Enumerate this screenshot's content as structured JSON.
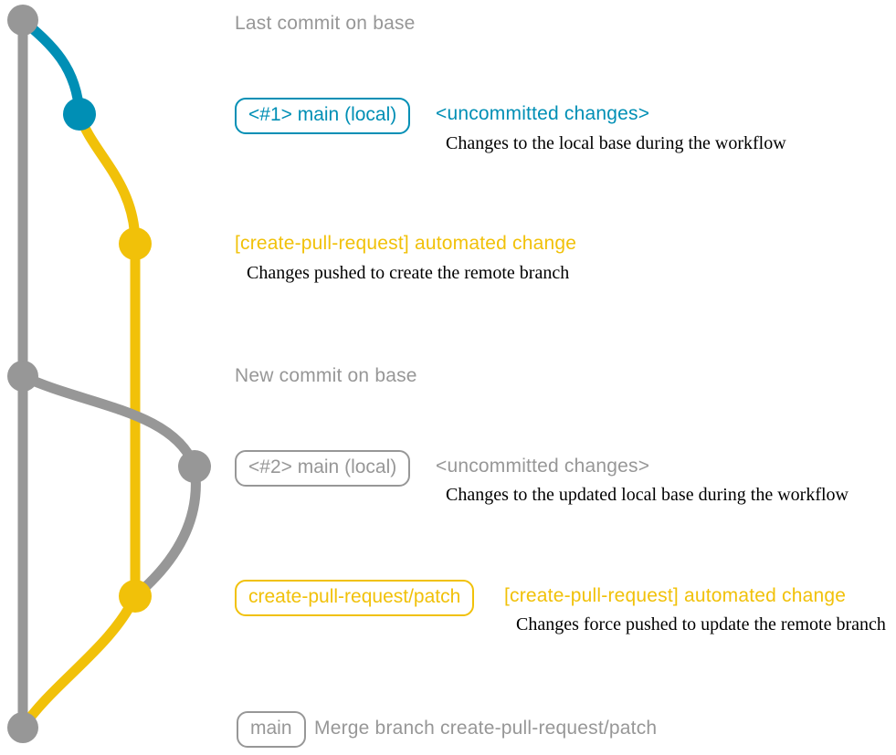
{
  "colors": {
    "gray": "#979797",
    "blue": "#008fb5",
    "yellow": "#f1c109",
    "annotation": "#000000",
    "background": "#ffffff"
  },
  "diagram": {
    "type": "git-graph",
    "branches": [
      {
        "name": "base",
        "color_key": "gray"
      },
      {
        "name": "main (local)",
        "color_key": "blue"
      },
      {
        "name": "create-pull-request/patch",
        "color_key": "yellow"
      }
    ],
    "rows": [
      {
        "kind": "base-commit-label",
        "label": "Last commit on base"
      },
      {
        "kind": "commit",
        "branch_tag": "<#1> main (local)",
        "message": "<uncommitted changes>",
        "annotation": "Changes to the local base during the workflow"
      },
      {
        "kind": "commit",
        "message": "[create-pull-request] automated change",
        "annotation": "Changes pushed to create the remote branch"
      },
      {
        "kind": "base-commit-label",
        "label": "New commit on base"
      },
      {
        "kind": "commit",
        "branch_tag": "<#2> main (local)",
        "message": "<uncommitted changes>",
        "annotation": "Changes to the updated local base during the workflow"
      },
      {
        "kind": "commit",
        "branch_tag": "create-pull-request/patch",
        "message": "[create-pull-request] automated change",
        "annotation": "Changes force pushed to update the remote branch"
      },
      {
        "kind": "merge-commit",
        "branch_tag": "main",
        "message": "Merge branch create-pull-request/patch"
      }
    ]
  }
}
